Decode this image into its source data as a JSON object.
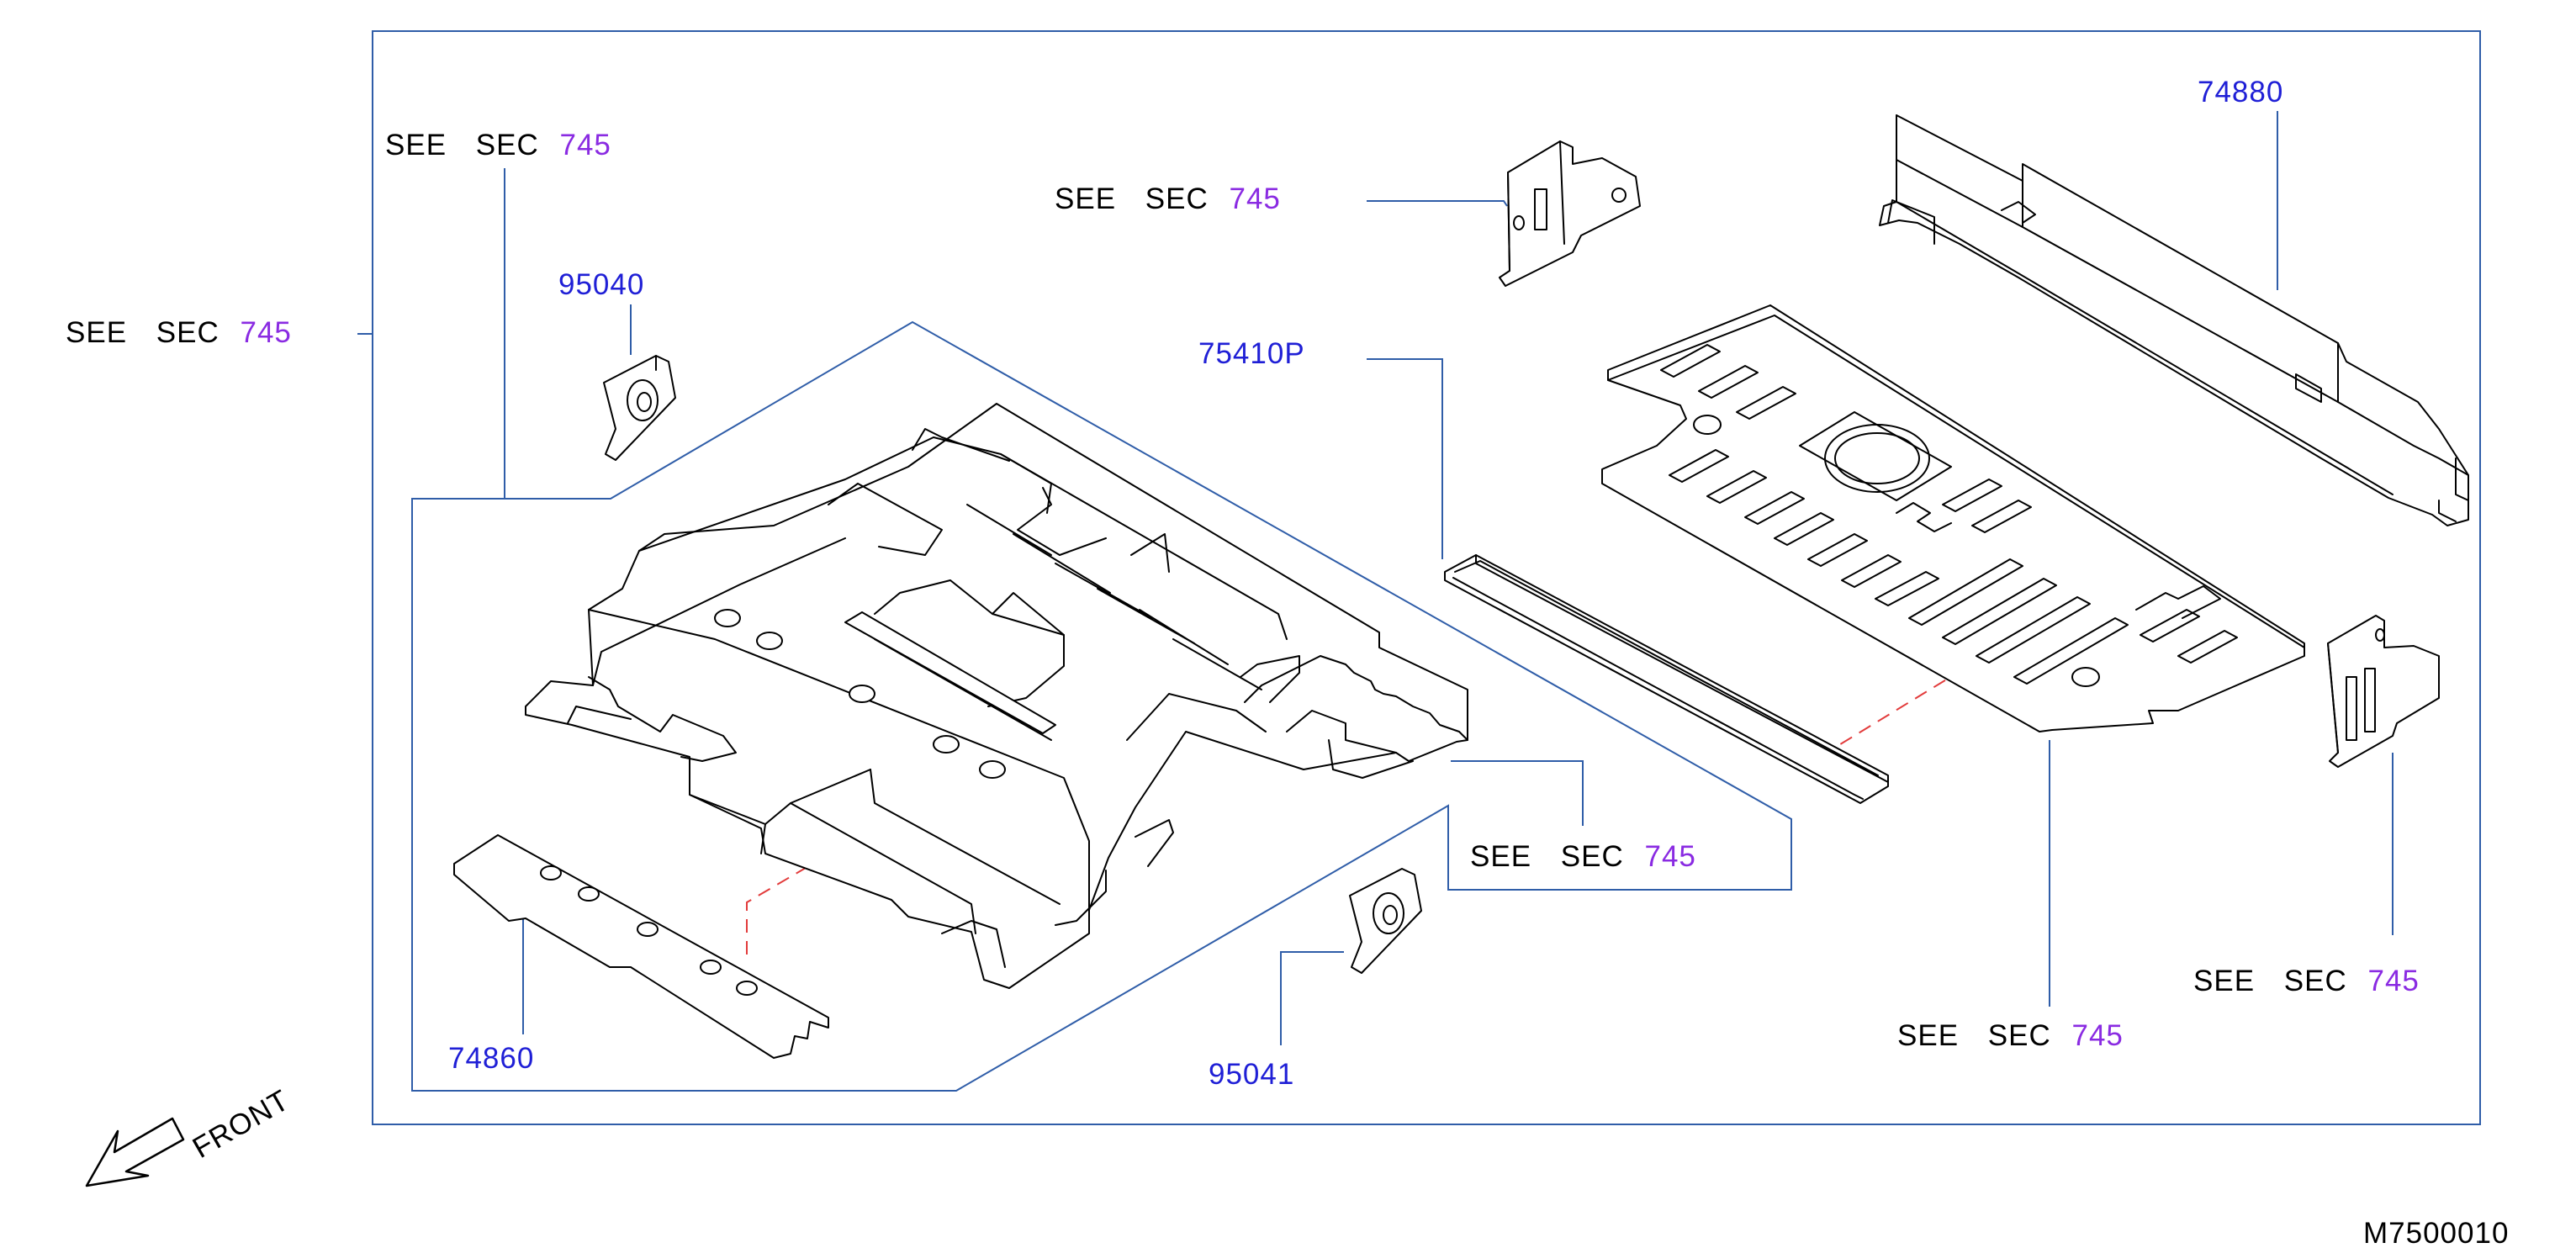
{
  "diagram": {
    "see_word": "SEE",
    "sec_word": "SEC",
    "section": "745",
    "parts": {
      "p95040": "95040",
      "p95041": "95041",
      "p74860": "74860",
      "p75410P": "75410P",
      "p74880": "74880"
    },
    "front_label": "FRONT",
    "figure_code": "M7500010",
    "colors": {
      "border_line": "#2f5da8",
      "part_number": "#1f1fd6",
      "section_ref": "#8a2be2",
      "phantom_line": "#e23b3b"
    }
  }
}
